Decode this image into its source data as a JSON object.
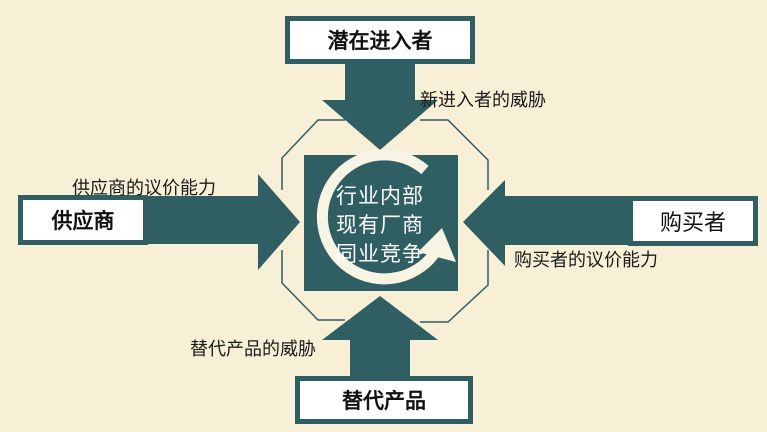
{
  "top_box": {
    "label": "潜在进入者"
  },
  "left_box": {
    "label": "供应商"
  },
  "right_box": {
    "label": "购买者"
  },
  "bottom_box": {
    "label": "替代产品"
  },
  "center": {
    "lines": [
      "行业内部",
      "现有厂商",
      "同业竞争"
    ]
  },
  "arrow_labels": {
    "top": "新进入者的威胁",
    "left": "供应商的议价能力",
    "right": "购买者的议价能力",
    "bottom": "替代产品的威胁"
  },
  "colors": {
    "background": "#f7efd6",
    "teal": "#2f5f63",
    "box_fill": "#ffffff",
    "circle_arrow": "#f7f4e4"
  }
}
